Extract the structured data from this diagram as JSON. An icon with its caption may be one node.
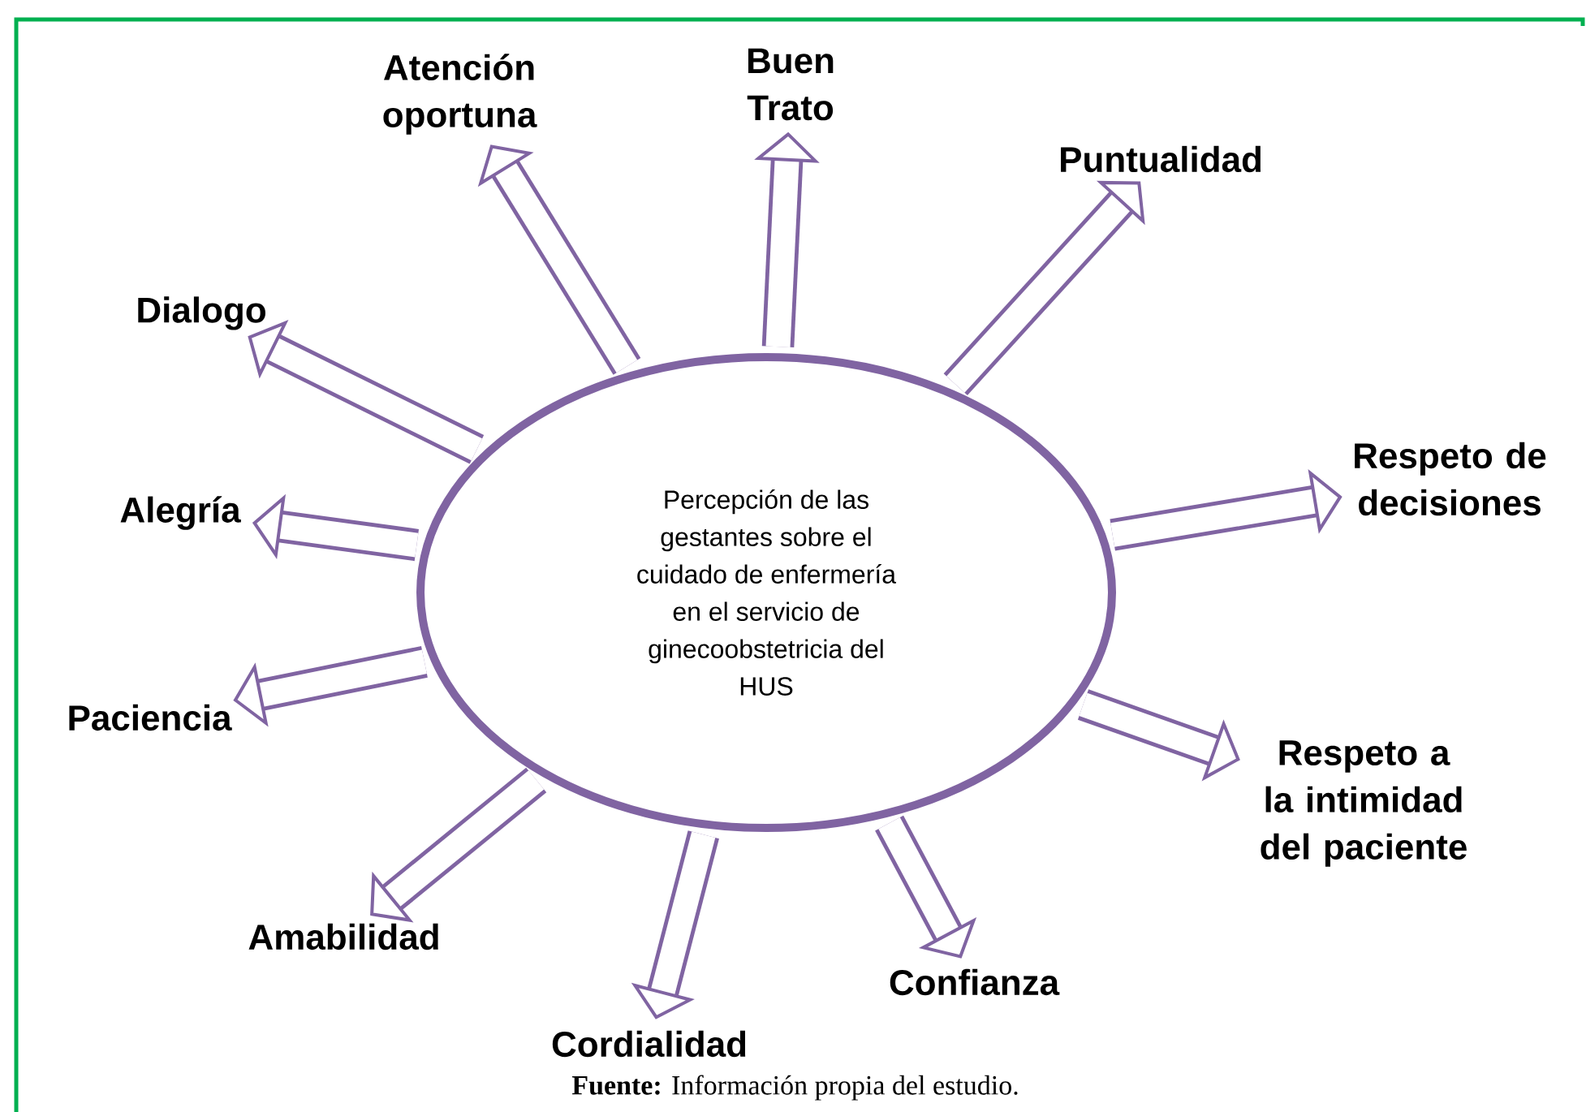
{
  "diagram": {
    "caption": "**Fuente:** Información propia del estudio.",
    "nodes": [
      {
        "text": [
          "Percepción de las gestantes sobre el cuidado de enfermería en el servicio de ginecoobstetricia del HUS"
        ]
      },
      {
        "text": [
          "Atención oportuna"
        ]
      },
      {
        "text": [
          "Buen Trato"
        ]
      },
      {
        "text": [
          "Puntualidad"
        ]
      },
      {
        "text": [
          "Respeto de decisiones"
        ]
      },
      {
        "text": [
          "Respeto a la intimidad del paciente"
        ]
      },
      {
        "text": [
          "Confianza"
        ]
      },
      {
        "text": [
          "Cordialidad"
        ]
      },
      {
        "text": [
          "Amabilidad"
        ]
      },
      {
        "text": [
          "Paciencia"
        ]
      },
      {
        "text": [
          "Alegría"
        ]
      },
      {
        "text": [
          "Dialogo"
        ]
      }
    ],
    "edges": [
      {
        "from": 0,
        "to": 1,
        "arrow": "to"
      },
      {
        "from": 0,
        "to": 2,
        "arrow": "to"
      },
      {
        "from": 0,
        "to": 3,
        "arrow": "to"
      },
      {
        "from": 0,
        "to": 4,
        "arrow": "to"
      },
      {
        "from": 0,
        "to": 5,
        "arrow": "to"
      },
      {
        "from": 0,
        "to": 6,
        "arrow": "to"
      },
      {
        "from": 0,
        "to": 7,
        "arrow": "to"
      },
      {
        "from": 0,
        "to": 8,
        "arrow": "to"
      },
      {
        "from": 0,
        "to": 9,
        "arrow": "to"
      },
      {
        "from": 0,
        "to": 10,
        "arrow": "to"
      },
      {
        "from": 0,
        "to": 11,
        "arrow": "to"
      }
    ]
  }
}
